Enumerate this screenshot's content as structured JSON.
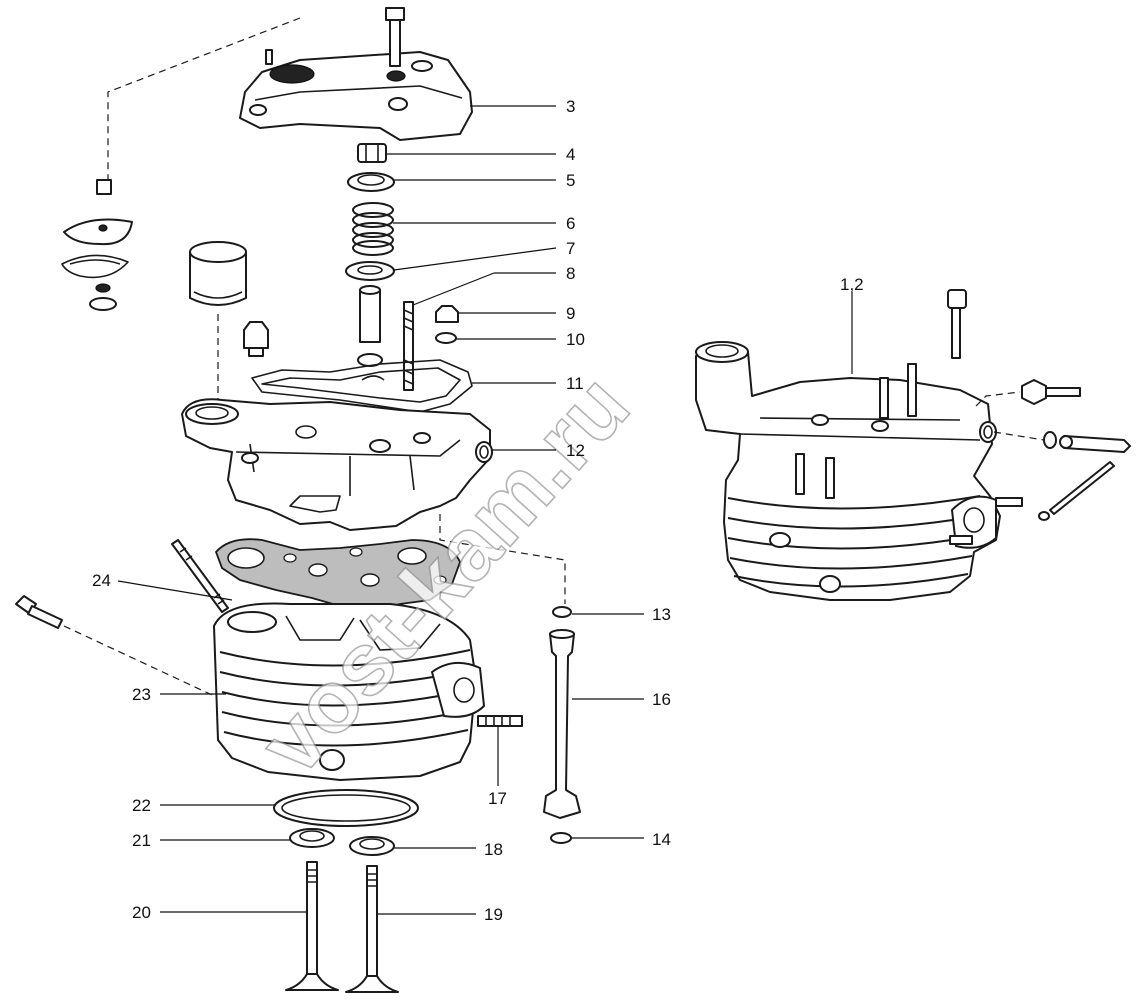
{
  "labels": [
    {
      "id": "label-3",
      "text": "3"
    },
    {
      "id": "label-4",
      "text": "4"
    },
    {
      "id": "label-5",
      "text": "5"
    },
    {
      "id": "label-6",
      "text": "6"
    },
    {
      "id": "label-7",
      "text": "7"
    },
    {
      "id": "label-8",
      "text": "8"
    },
    {
      "id": "label-9",
      "text": "9"
    },
    {
      "id": "label-10",
      "text": "10"
    },
    {
      "id": "label-11",
      "text": "11"
    },
    {
      "id": "label-12",
      "text": "12"
    },
    {
      "id": "label-13",
      "text": "13"
    },
    {
      "id": "label-14",
      "text": "14"
    },
    {
      "id": "label-16",
      "text": "16"
    },
    {
      "id": "label-17",
      "text": "17"
    },
    {
      "id": "label-18",
      "text": "18"
    },
    {
      "id": "label-19",
      "text": "19"
    },
    {
      "id": "label-20",
      "text": "20"
    },
    {
      "id": "label-21",
      "text": "21"
    },
    {
      "id": "label-22",
      "text": "22"
    },
    {
      "id": "label-23",
      "text": "23"
    },
    {
      "id": "label-24",
      "text": "24"
    },
    {
      "id": "label-1-2",
      "text": "1,2"
    }
  ],
  "watermark": "vost-kam.ru",
  "colors": {
    "ink": "#1a1a1a",
    "paper": "#ffffff",
    "gasket_fill": "#bdbdbd"
  }
}
